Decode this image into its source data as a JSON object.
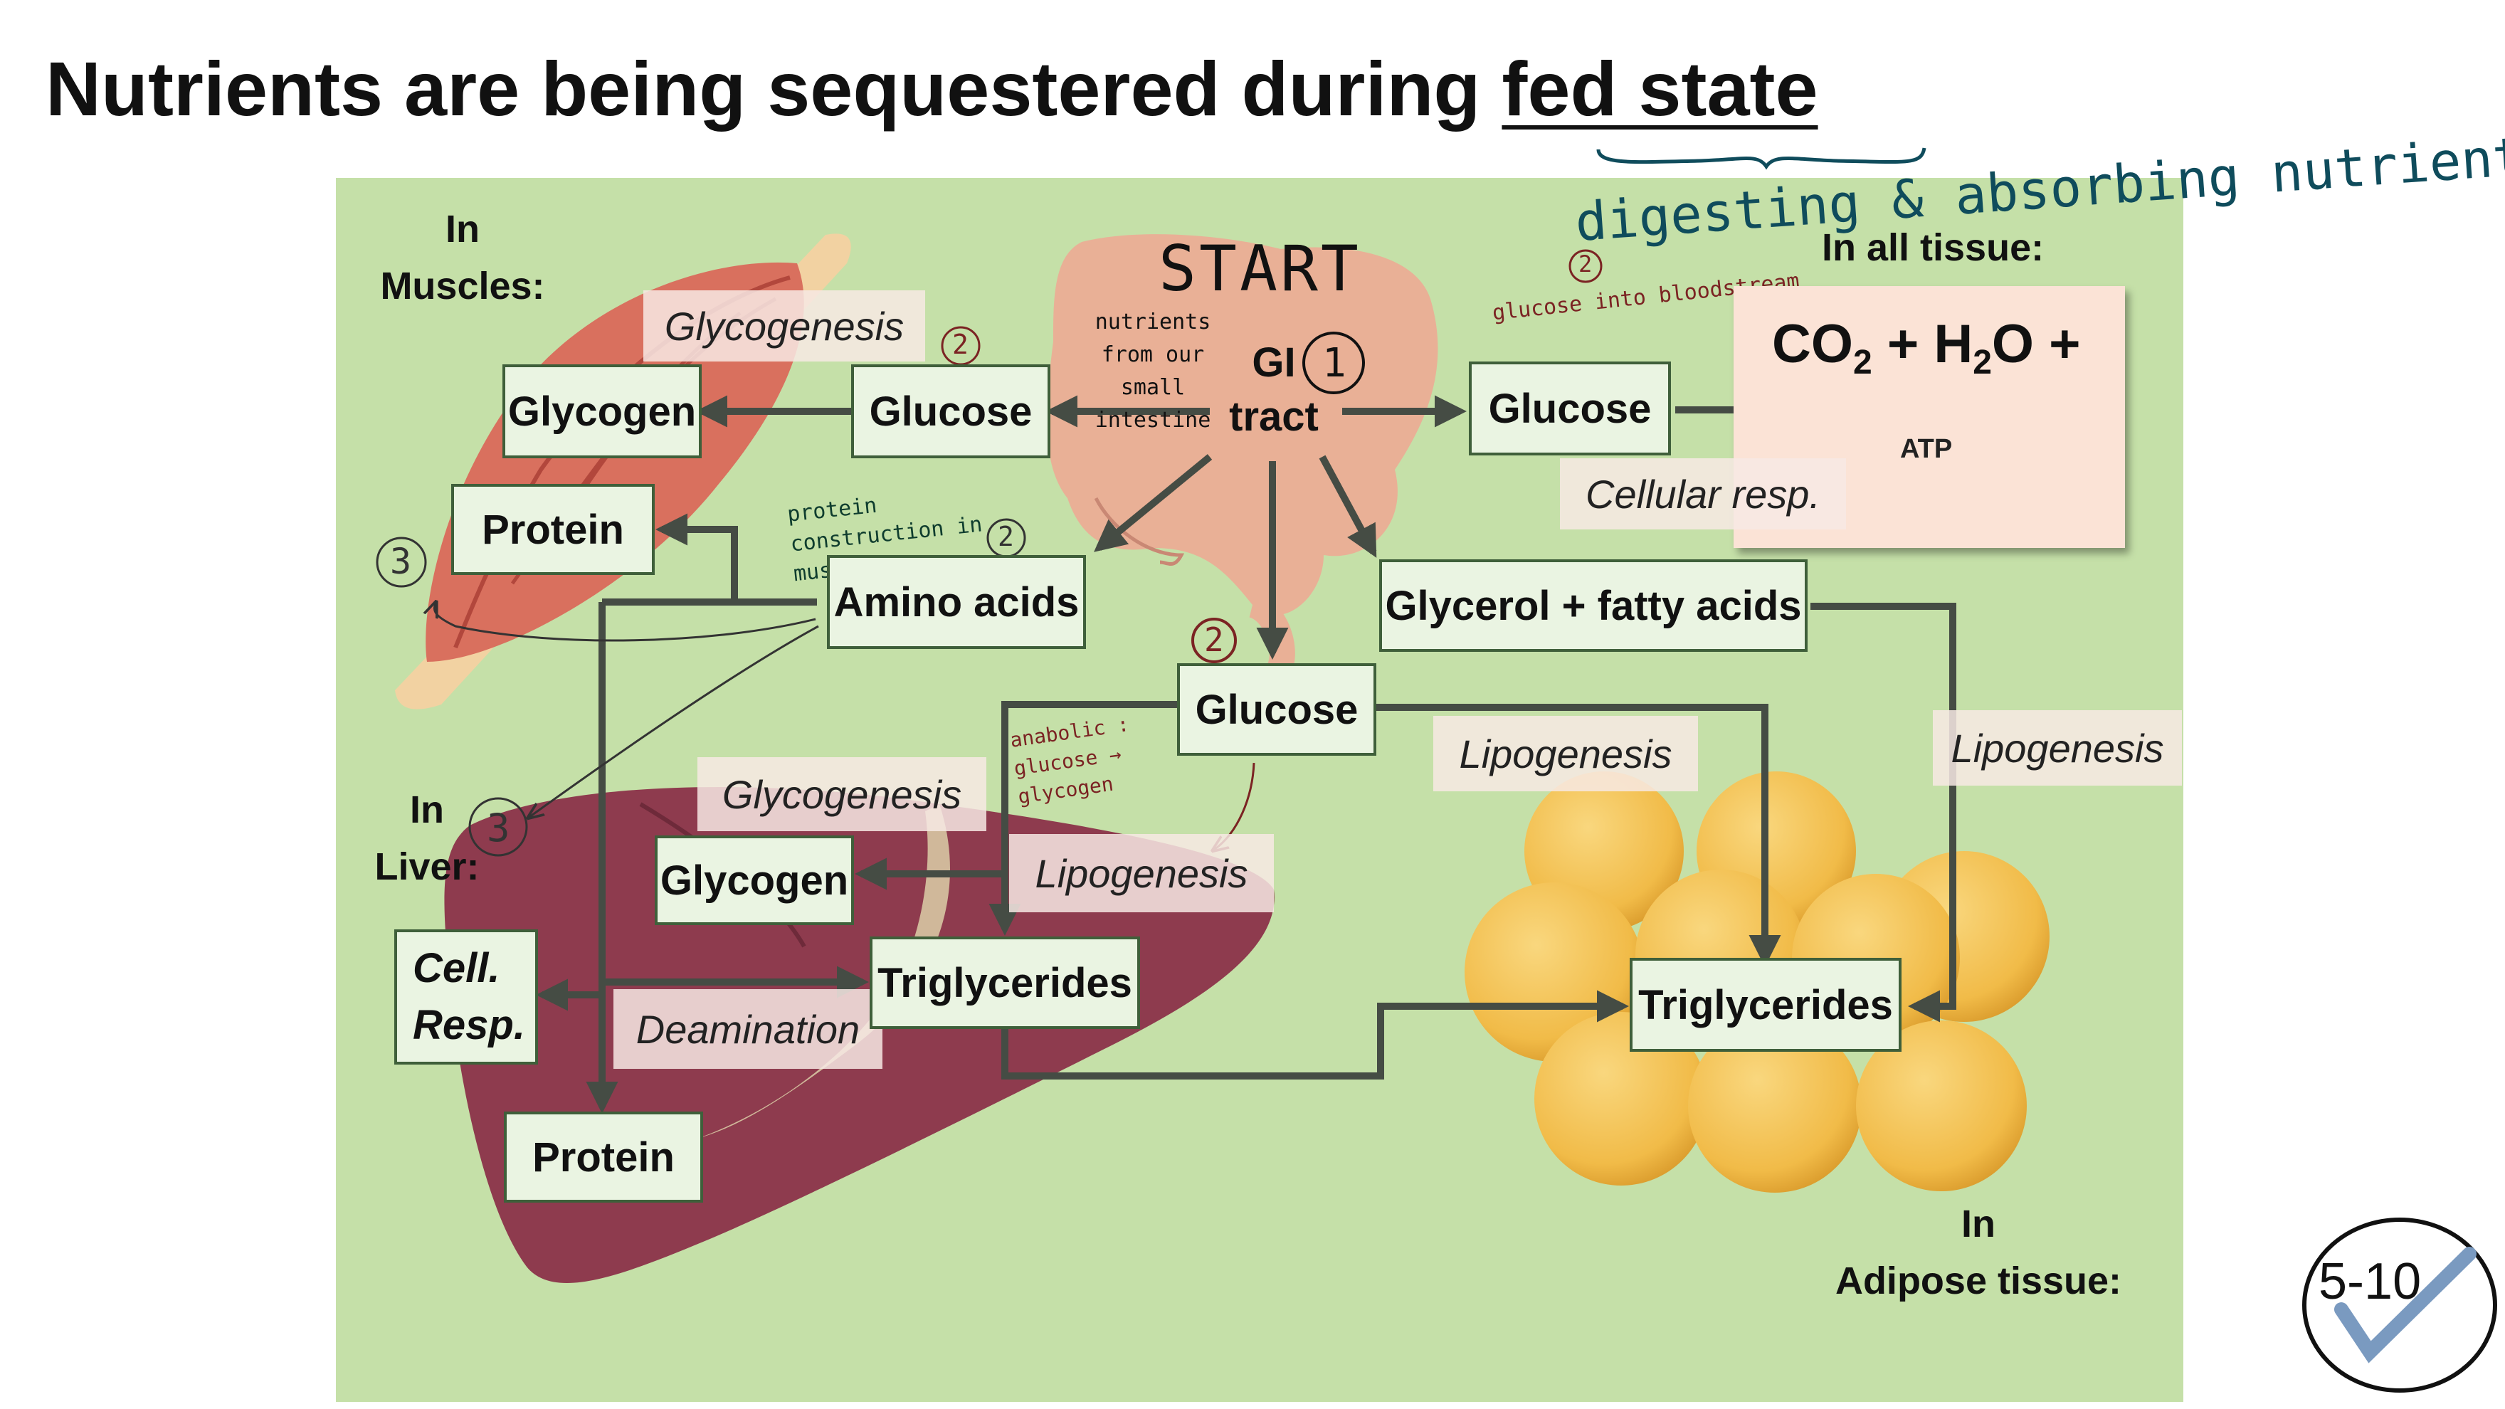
{
  "title": {
    "main": "Nutrients are being sequestered during ",
    "underlined": "fed state"
  },
  "annotations": {
    "fed_state_note": "digesting & absorbing nutrients",
    "start": "START",
    "nutrients_note": "nutrients from our small intestine",
    "step1": "1",
    "step2": "2",
    "step3": "3",
    "glucose_bloodstream": "glucose into bloodstream",
    "protein_construction": "protein construction in muscles",
    "anabolic_note": "anabolic : glucose → glycogen"
  },
  "sections": {
    "muscles": [
      "In",
      "Muscles:"
    ],
    "all_tissue": "In all tissue:",
    "liver": [
      "In",
      "Liver:"
    ],
    "adipose": [
      "In",
      "Adipose tissue:"
    ]
  },
  "nodes": {
    "gi_tract": [
      "GI",
      "tract"
    ],
    "glucose_muscle": "Glucose",
    "glycogen_muscle": "Glycogen",
    "protein_muscle": "Protein",
    "amino_acids": "Amino acids",
    "glucose_tissue": "Glucose",
    "glycerol": "Glycerol + fatty acids",
    "glucose_liver": "Glucose",
    "glycogen_liver": "Glycogen",
    "cell_resp": [
      "Cell.",
      "Resp."
    ],
    "triglycerides_liver": "Triglycerides",
    "protein_liver": "Protein",
    "triglycerides_adipose": "Triglycerides"
  },
  "processes": {
    "glycogenesis_muscle": "Glycogenesis",
    "cellular_resp": "Cellular resp.",
    "lipogenesis_center": "Lipogenesis",
    "lipogenesis_right": "Lipogenesis",
    "glycogenesis_liver": "Glycogenesis",
    "lipogenesis_liver": "Lipogenesis",
    "deamination": "Deamination"
  },
  "respiration": {
    "co": "CO",
    "sub1": "2",
    "plus1": " + H",
    "sub2": "2",
    "o": "O +",
    "atp": "ATP"
  },
  "badge": "5-10",
  "colors": {
    "background_panel": "#c5e0a8",
    "box_fill": "#eaf4e2",
    "box_border": "#3f5f3a",
    "arrow": "#454c44",
    "hand_teal": "#0f4c5c",
    "hand_red": "#7b2323",
    "fat": "#f2bd4d",
    "liver": "#8e3b4e",
    "muscle": "#d9705e",
    "gi": "#e9b096"
  }
}
